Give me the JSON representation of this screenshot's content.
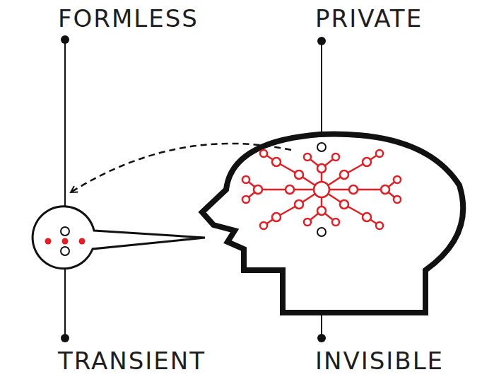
{
  "diagram": {
    "labels": [
      "FORMLESS",
      "PRIVATE",
      "TRANSIENT",
      "INVISIBLE"
    ]
  }
}
